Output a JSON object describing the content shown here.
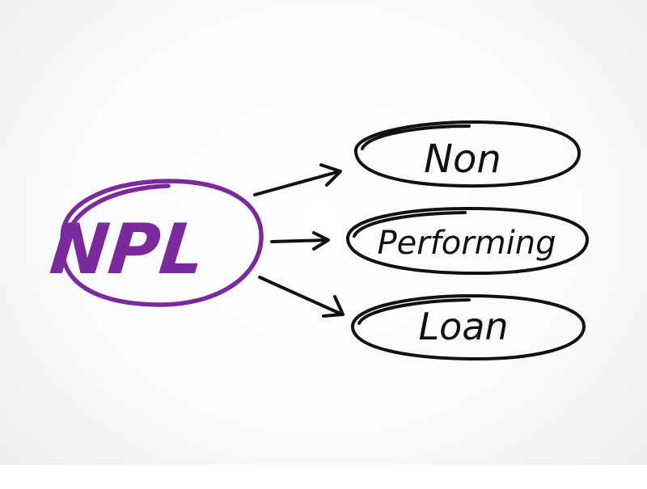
{
  "diagram": {
    "center": {
      "label": "NPL",
      "color": "#7b2a9e"
    },
    "items": [
      {
        "label": "Non"
      },
      {
        "label": "Performing"
      },
      {
        "label": "Loan"
      }
    ],
    "ink_color": "#111111"
  }
}
